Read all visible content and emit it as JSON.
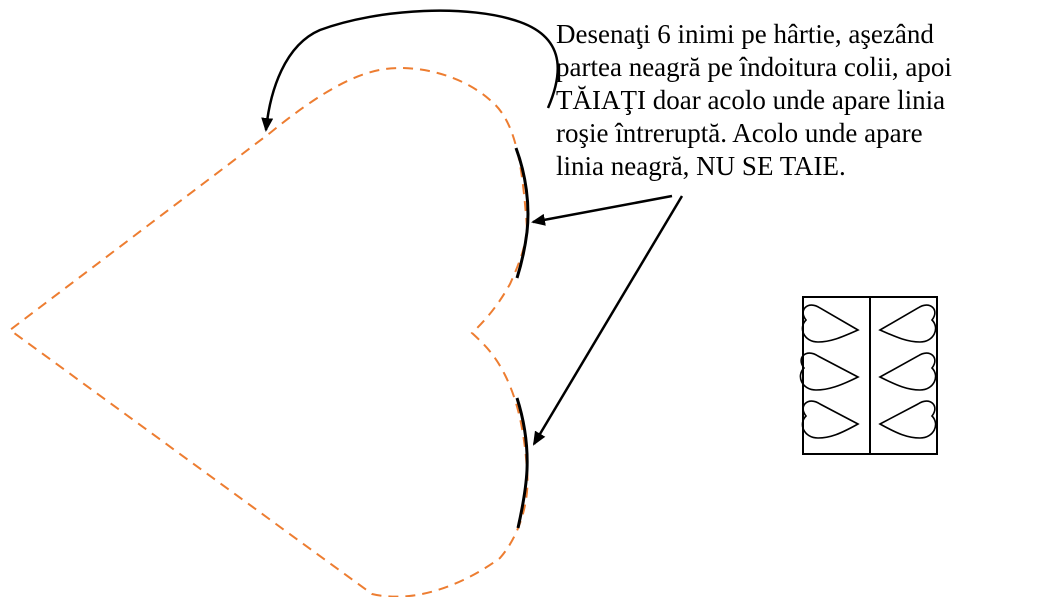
{
  "instructions": {
    "lines": [
      " Desenaţi 6 inimi pe hârtie, aşezând",
      "partea neagră  pe  îndoitura colii, apoi",
      "TĂIAŢI doar acolo unde apare linia",
      "roşie întreruptă. Acolo unde apare",
      "linia neagră, NU SE TAIE."
    ]
  },
  "colors": {
    "cut_line": "#ED7D31",
    "fold_line": "#000000",
    "arrow": "#000000",
    "background": "#FFFFFF"
  },
  "diagram": {
    "heart_count": 6,
    "cut_line_style": "dashed",
    "fold_line_style": "solid"
  }
}
